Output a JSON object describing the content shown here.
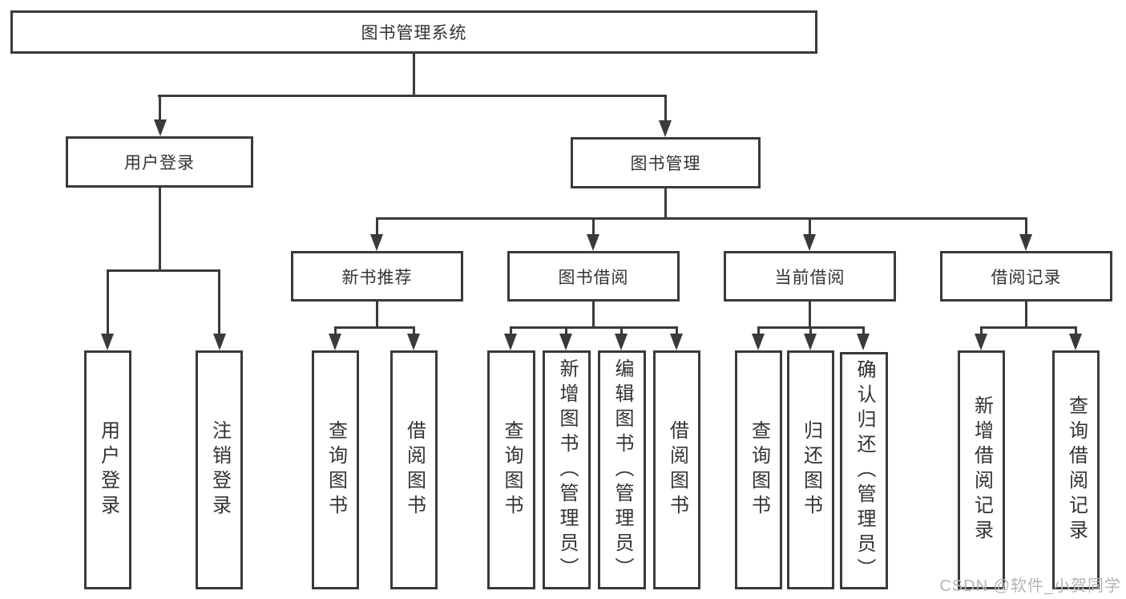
{
  "diagram": {
    "type": "hierarchy-tree",
    "orientation": "top-down",
    "colors": {
      "background": "#ffffff",
      "line": "#3a3a3a",
      "box_border": "#3a3a3a",
      "box_fill": "#ffffff",
      "text": "#333333",
      "watermark": "#b4b4b4"
    }
  },
  "tree": {
    "root": {
      "label": "图书管理系统"
    },
    "branches": [
      {
        "label": "用户登录",
        "children": [
          {
            "label": "用户登录"
          },
          {
            "label": "注销登录"
          }
        ]
      },
      {
        "label": "图书管理",
        "children": [
          {
            "label": "新书推荐",
            "children": [
              {
                "label": "查询图书"
              },
              {
                "label": "借阅图书"
              }
            ]
          },
          {
            "label": "图书借阅",
            "children": [
              {
                "label": "查询图书"
              },
              {
                "label": "新增图书（管理员）"
              },
              {
                "label": "编辑图书（管理员）"
              },
              {
                "label": "借阅图书"
              }
            ]
          },
          {
            "label": "当前借阅",
            "children": [
              {
                "label": "查询图书"
              },
              {
                "label": "归还图书"
              },
              {
                "label": "确认归还（管理员）"
              }
            ]
          },
          {
            "label": "借阅记录",
            "children": [
              {
                "label": "新增借阅记录"
              },
              {
                "label": "查询借阅记录"
              }
            ]
          }
        ]
      }
    ]
  },
  "watermark": {
    "text": "CSDN @软件_小贺同学"
  }
}
